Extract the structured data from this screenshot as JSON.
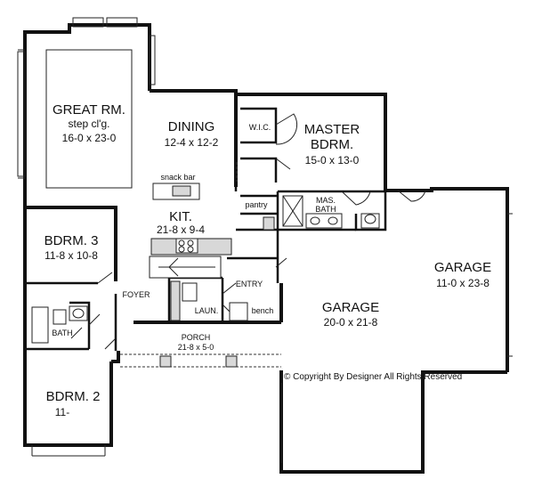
{
  "rooms": {
    "great_room": {
      "name": "GREAT RM.",
      "note": "step cl'g.",
      "dims": "16-0 x 23-0"
    },
    "dining": {
      "name": "DINING",
      "dims": "12-4 x 12-2"
    },
    "master": {
      "name1": "MASTER",
      "name2": "BDRM.",
      "dims": "15-0 x 13-0"
    },
    "wic": {
      "name": "W.I.C."
    },
    "mas_bath": {
      "name1": "MAS.",
      "name2": "BATH"
    },
    "snack_bar": {
      "name": "snack bar"
    },
    "kitchen": {
      "name": "KIT.",
      "dims": "21-8 x 9-4"
    },
    "pantry": {
      "name": "pantry"
    },
    "bdrm3": {
      "name": "BDRM. 3",
      "dims": "11-8 x 10-8"
    },
    "bath": {
      "name": "BATH"
    },
    "foyer": {
      "name": "FOYER"
    },
    "entry": {
      "name": "ENTRY"
    },
    "laundry": {
      "name": "LAUN."
    },
    "bench": {
      "name": "bench"
    },
    "porch": {
      "name": "PORCH",
      "dims": "21-8 x 5-0"
    },
    "garage_main": {
      "name": "GARAGE",
      "dims": "20-0 x 21-8"
    },
    "garage_side": {
      "name": "GARAGE",
      "dims": "11-0 x 23-8"
    },
    "bdrm2": {
      "name": "BDRM. 2",
      "dims": "11-"
    }
  },
  "copyright": "© Copyright By Designer All Rights Reserved"
}
